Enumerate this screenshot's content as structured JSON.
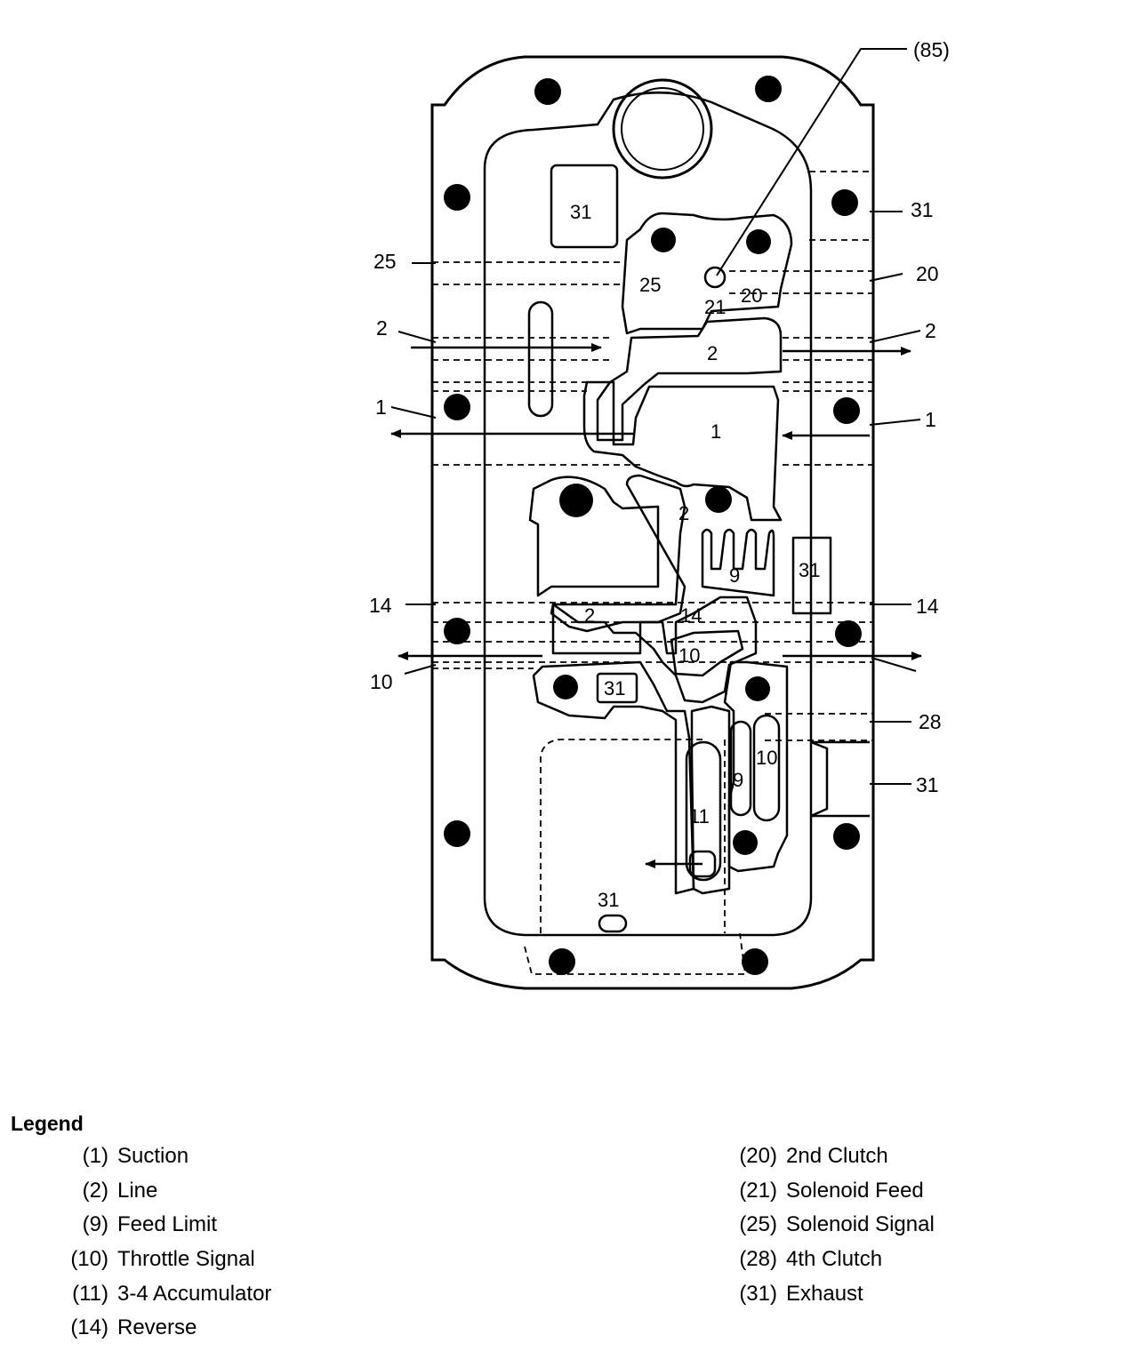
{
  "callouts": {
    "c85": "(85)",
    "left_25": "25",
    "left_2": "2",
    "left_1": "1",
    "left_14": "14",
    "left_10": "10",
    "right_31_top": "31",
    "right_20": "20",
    "right_2": "2",
    "right_1": "1",
    "right_14": "14",
    "right_28": "28",
    "right_31_bottom": "31"
  },
  "passages": {
    "exhaust_top": "31",
    "solenoid_signal": "25",
    "solenoid_feed": "21",
    "second_clutch": "20",
    "line_top": "2",
    "suction": "1",
    "line_center": "2",
    "feed_limit": "9",
    "exhaust_right": "31",
    "line_lower": "2",
    "reverse": "14",
    "throttle_signal": "10",
    "exhaust_lower": "31",
    "feed_limit_lower": "9",
    "throttle_signal_lower": "10",
    "accumulator": "11",
    "exhaust_bottom": "31"
  },
  "legend": {
    "title": "Legend",
    "left": [
      {
        "num": "(1)",
        "label": "Suction"
      },
      {
        "num": "(2)",
        "label": "Line"
      },
      {
        "num": "(9)",
        "label": "Feed Limit"
      },
      {
        "num": "(10)",
        "label": "Throttle Signal"
      },
      {
        "num": "(11)",
        "label": "3-4 Accumulator"
      },
      {
        "num": "(14)",
        "label": "Reverse"
      }
    ],
    "right": [
      {
        "num": "(20)",
        "label": "2nd Clutch"
      },
      {
        "num": "(21)",
        "label": "Solenoid Feed"
      },
      {
        "num": "(25)",
        "label": "Solenoid Signal"
      },
      {
        "num": "(28)",
        "label": "4th Clutch"
      },
      {
        "num": "(31)",
        "label": "Exhaust"
      }
    ]
  }
}
